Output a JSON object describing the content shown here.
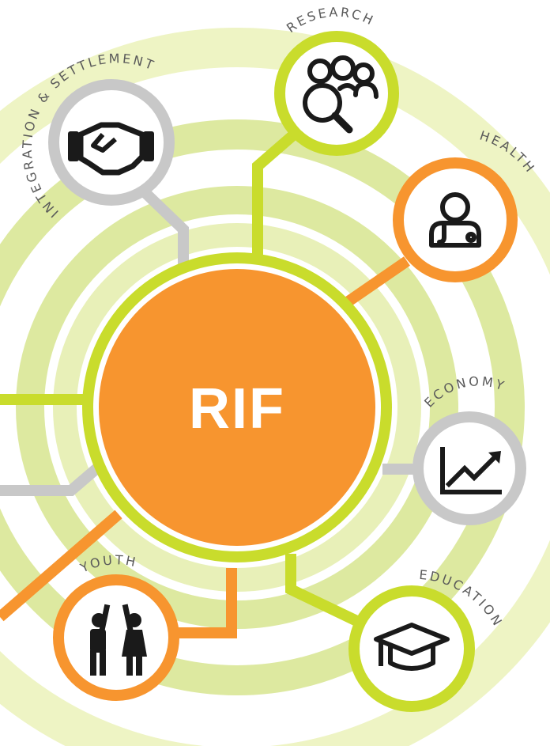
{
  "center": {
    "label": "RIF"
  },
  "nodes": [
    {
      "id": "research",
      "label": "RESEARCH",
      "icon": "research-group-magnifier-icon",
      "color": "#c9dc2c"
    },
    {
      "id": "integration",
      "label": "INTEGRATION & SETTLEMENT",
      "icon": "handshake-icon",
      "color": "#c8c8c8"
    },
    {
      "id": "health",
      "label": "HEALTH",
      "icon": "doctor-icon",
      "color": "#f7952f"
    },
    {
      "id": "economy",
      "label": "ECONOMY",
      "icon": "rising-chart-icon",
      "color": "#c8c8c8"
    },
    {
      "id": "education",
      "label": "EDUCATION",
      "icon": "graduation-cap-icon",
      "color": "#c9dc2c"
    },
    {
      "id": "youth",
      "label": "YOUTH",
      "icon": "high-five-kids-icon",
      "color": "#f7952f"
    }
  ],
  "colors": {
    "center_fill": "#f7952f",
    "center_ring": "#c9dc2c",
    "ring_pale": "#eef4c4",
    "ring_mid": "#dde9a0",
    "icon": "#1a1a1a"
  }
}
